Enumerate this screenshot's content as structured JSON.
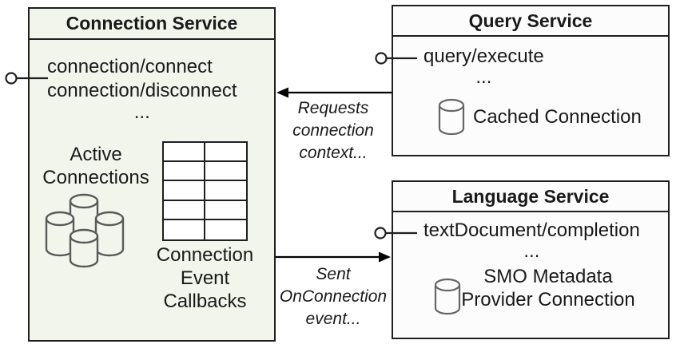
{
  "colors": {
    "connection_service_fill": "#f2f5ec",
    "service_fill": "#fcfcfd",
    "border": "#1f1f1f",
    "cylinder_stroke": "#666666",
    "text": "#1a1a1a"
  },
  "connection_service": {
    "title": "Connection Service",
    "methods": [
      "connection/connect",
      "connection/disconnect",
      "..."
    ],
    "active_connections_label": [
      "Active",
      "Connections"
    ],
    "callbacks_label": [
      "Connection",
      "Event",
      "Callbacks"
    ]
  },
  "query_service": {
    "title": "Query Service",
    "methods": [
      "query/execute",
      "..."
    ],
    "cached_connection_label": "Cached Connection"
  },
  "language_service": {
    "title": "Language Service",
    "methods": [
      "textDocument/completion",
      "..."
    ],
    "smo_label": [
      "SMO Metadata",
      "Provider Connection"
    ]
  },
  "annotations": {
    "requests_connection": [
      "Requests",
      "connection",
      "context..."
    ],
    "sent_onconnection": [
      "Sent",
      "OnConnection",
      "event..."
    ]
  },
  "icons": {
    "lollipop": "provided-interface-connector",
    "database": "database-cylinder-icon",
    "table": "table-grid-icon",
    "arrow": "message-arrow"
  }
}
